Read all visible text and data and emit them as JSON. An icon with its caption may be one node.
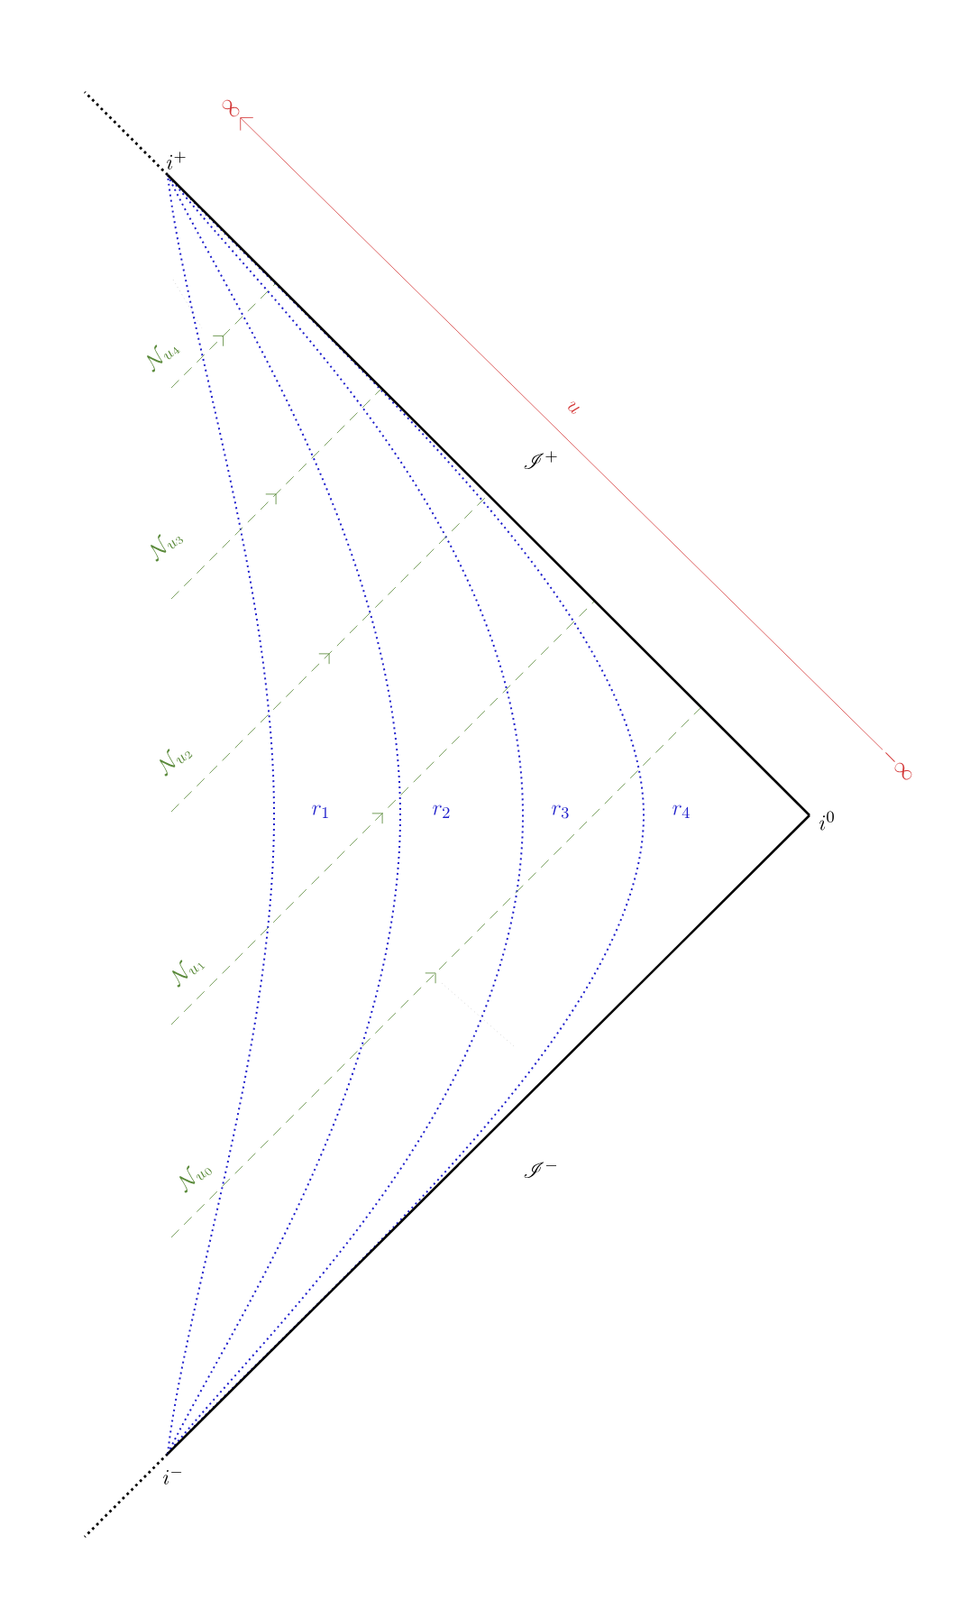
{
  "diagram": {
    "nodes": [
      {
        "text": [
          "\\infty"
        ]
      },
      {
        "text": [
          "i^+"
        ]
      },
      {
        "text": [
          "-\\infty"
        ]
      },
      {
        "text": [
          "i^0"
        ]
      },
      {
        "text": [
          "i^-"
        ]
      }
    ],
    "edges": [
      {
        "from": 1,
        "to": 3,
        "arrow": "none",
        "label": "\\mathscr{I}^+"
      },
      {
        "from": 3,
        "to": 4,
        "arrow": "none",
        "label": "\\mathscr{I}^-"
      },
      {
        "from": 2,
        "to": 0,
        "arrow": "to",
        "color": "#d43a3a",
        "label": "u"
      }
    ],
    "labels": [
      "\\mathcal{N}_{u_4}",
      "\\mathcal{N}_{u_3}",
      "\\mathcal{N}_{u_2}",
      "r_1",
      "r_2",
      "r_3",
      "r_4",
      "\\mathcal{N}_{u_1}",
      "\\mathcal{N}_{u_0}"
    ]
  }
}
